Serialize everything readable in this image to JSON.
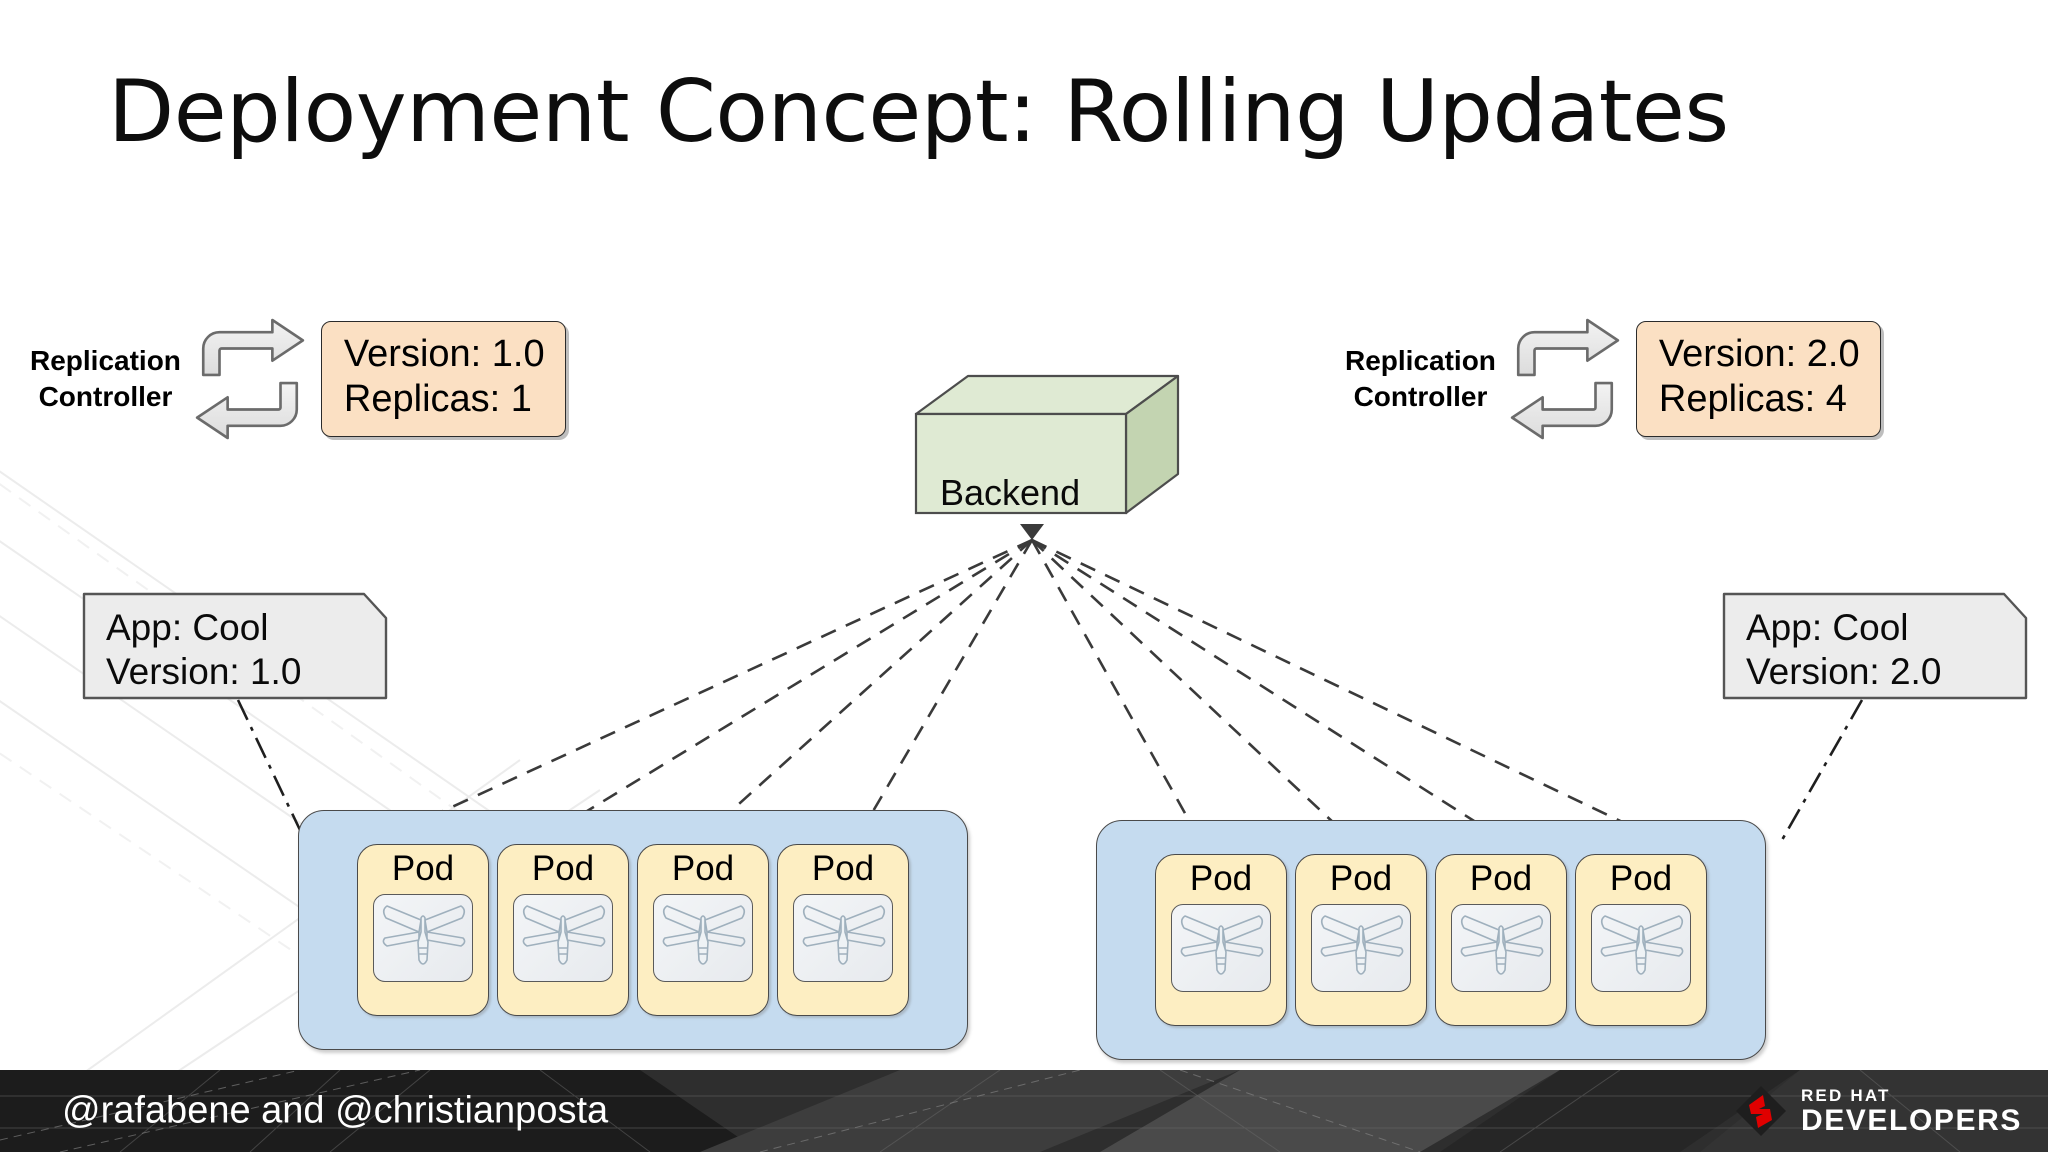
{
  "slide": {
    "title": "Deployment Concept: Rolling Updates",
    "background_color": "#ffffff"
  },
  "backend": {
    "label": "Backend",
    "fill_color": "#d9e7cd",
    "shape": "3d-box"
  },
  "replication_controllers": [
    {
      "side": "left",
      "label_line1": "Replication",
      "label_line2": "Controller",
      "icon": "cyclic-arrows-icon",
      "spec_line1": "Version: 1.0",
      "spec_line2": "Replicas: 1",
      "spec_fill_color": "#fbe0c3"
    },
    {
      "side": "right",
      "label_line1": "Replication",
      "label_line2": "Controller",
      "icon": "cyclic-arrows-icon",
      "spec_line1": "Version: 2.0",
      "spec_line2": "Replicas: 4",
      "spec_fill_color": "#fbe0c3"
    }
  ],
  "notes": [
    {
      "side": "left",
      "line1": "App: Cool",
      "line2": "Version: 1.0",
      "fill_color": "#ececec"
    },
    {
      "side": "right",
      "line1": "App: Cool",
      "line2": "Version: 2.0",
      "fill_color": "#ececec"
    }
  ],
  "pod_groups": [
    {
      "side": "left",
      "fill_color": "#c5dbef",
      "pods": [
        {
          "label": "Pod",
          "icon": "container-dragonfly-icon"
        },
        {
          "label": "Pod",
          "icon": "container-dragonfly-icon"
        },
        {
          "label": "Pod",
          "icon": "container-dragonfly-icon"
        },
        {
          "label": "Pod",
          "icon": "container-dragonfly-icon"
        }
      ]
    },
    {
      "side": "right",
      "fill_color": "#c5dbef",
      "pods": [
        {
          "label": "Pod",
          "icon": "container-dragonfly-icon"
        },
        {
          "label": "Pod",
          "icon": "container-dragonfly-icon"
        },
        {
          "label": "Pod",
          "icon": "container-dragonfly-icon"
        },
        {
          "label": "Pod",
          "icon": "container-dragonfly-icon"
        }
      ]
    }
  ],
  "connectors": {
    "backend_to_pods_style": "dashed",
    "note_to_group_style": "dash-dot",
    "count_backend_to_pods": 8
  },
  "footer": {
    "handles": "@rafabene and @christianposta",
    "background_color": "#2b2b2b",
    "logo": {
      "mark": "red-hat-shadowman-icon",
      "mark_color": "#e00000",
      "line1": "RED HAT",
      "line2": "DEVELOPERS"
    }
  }
}
